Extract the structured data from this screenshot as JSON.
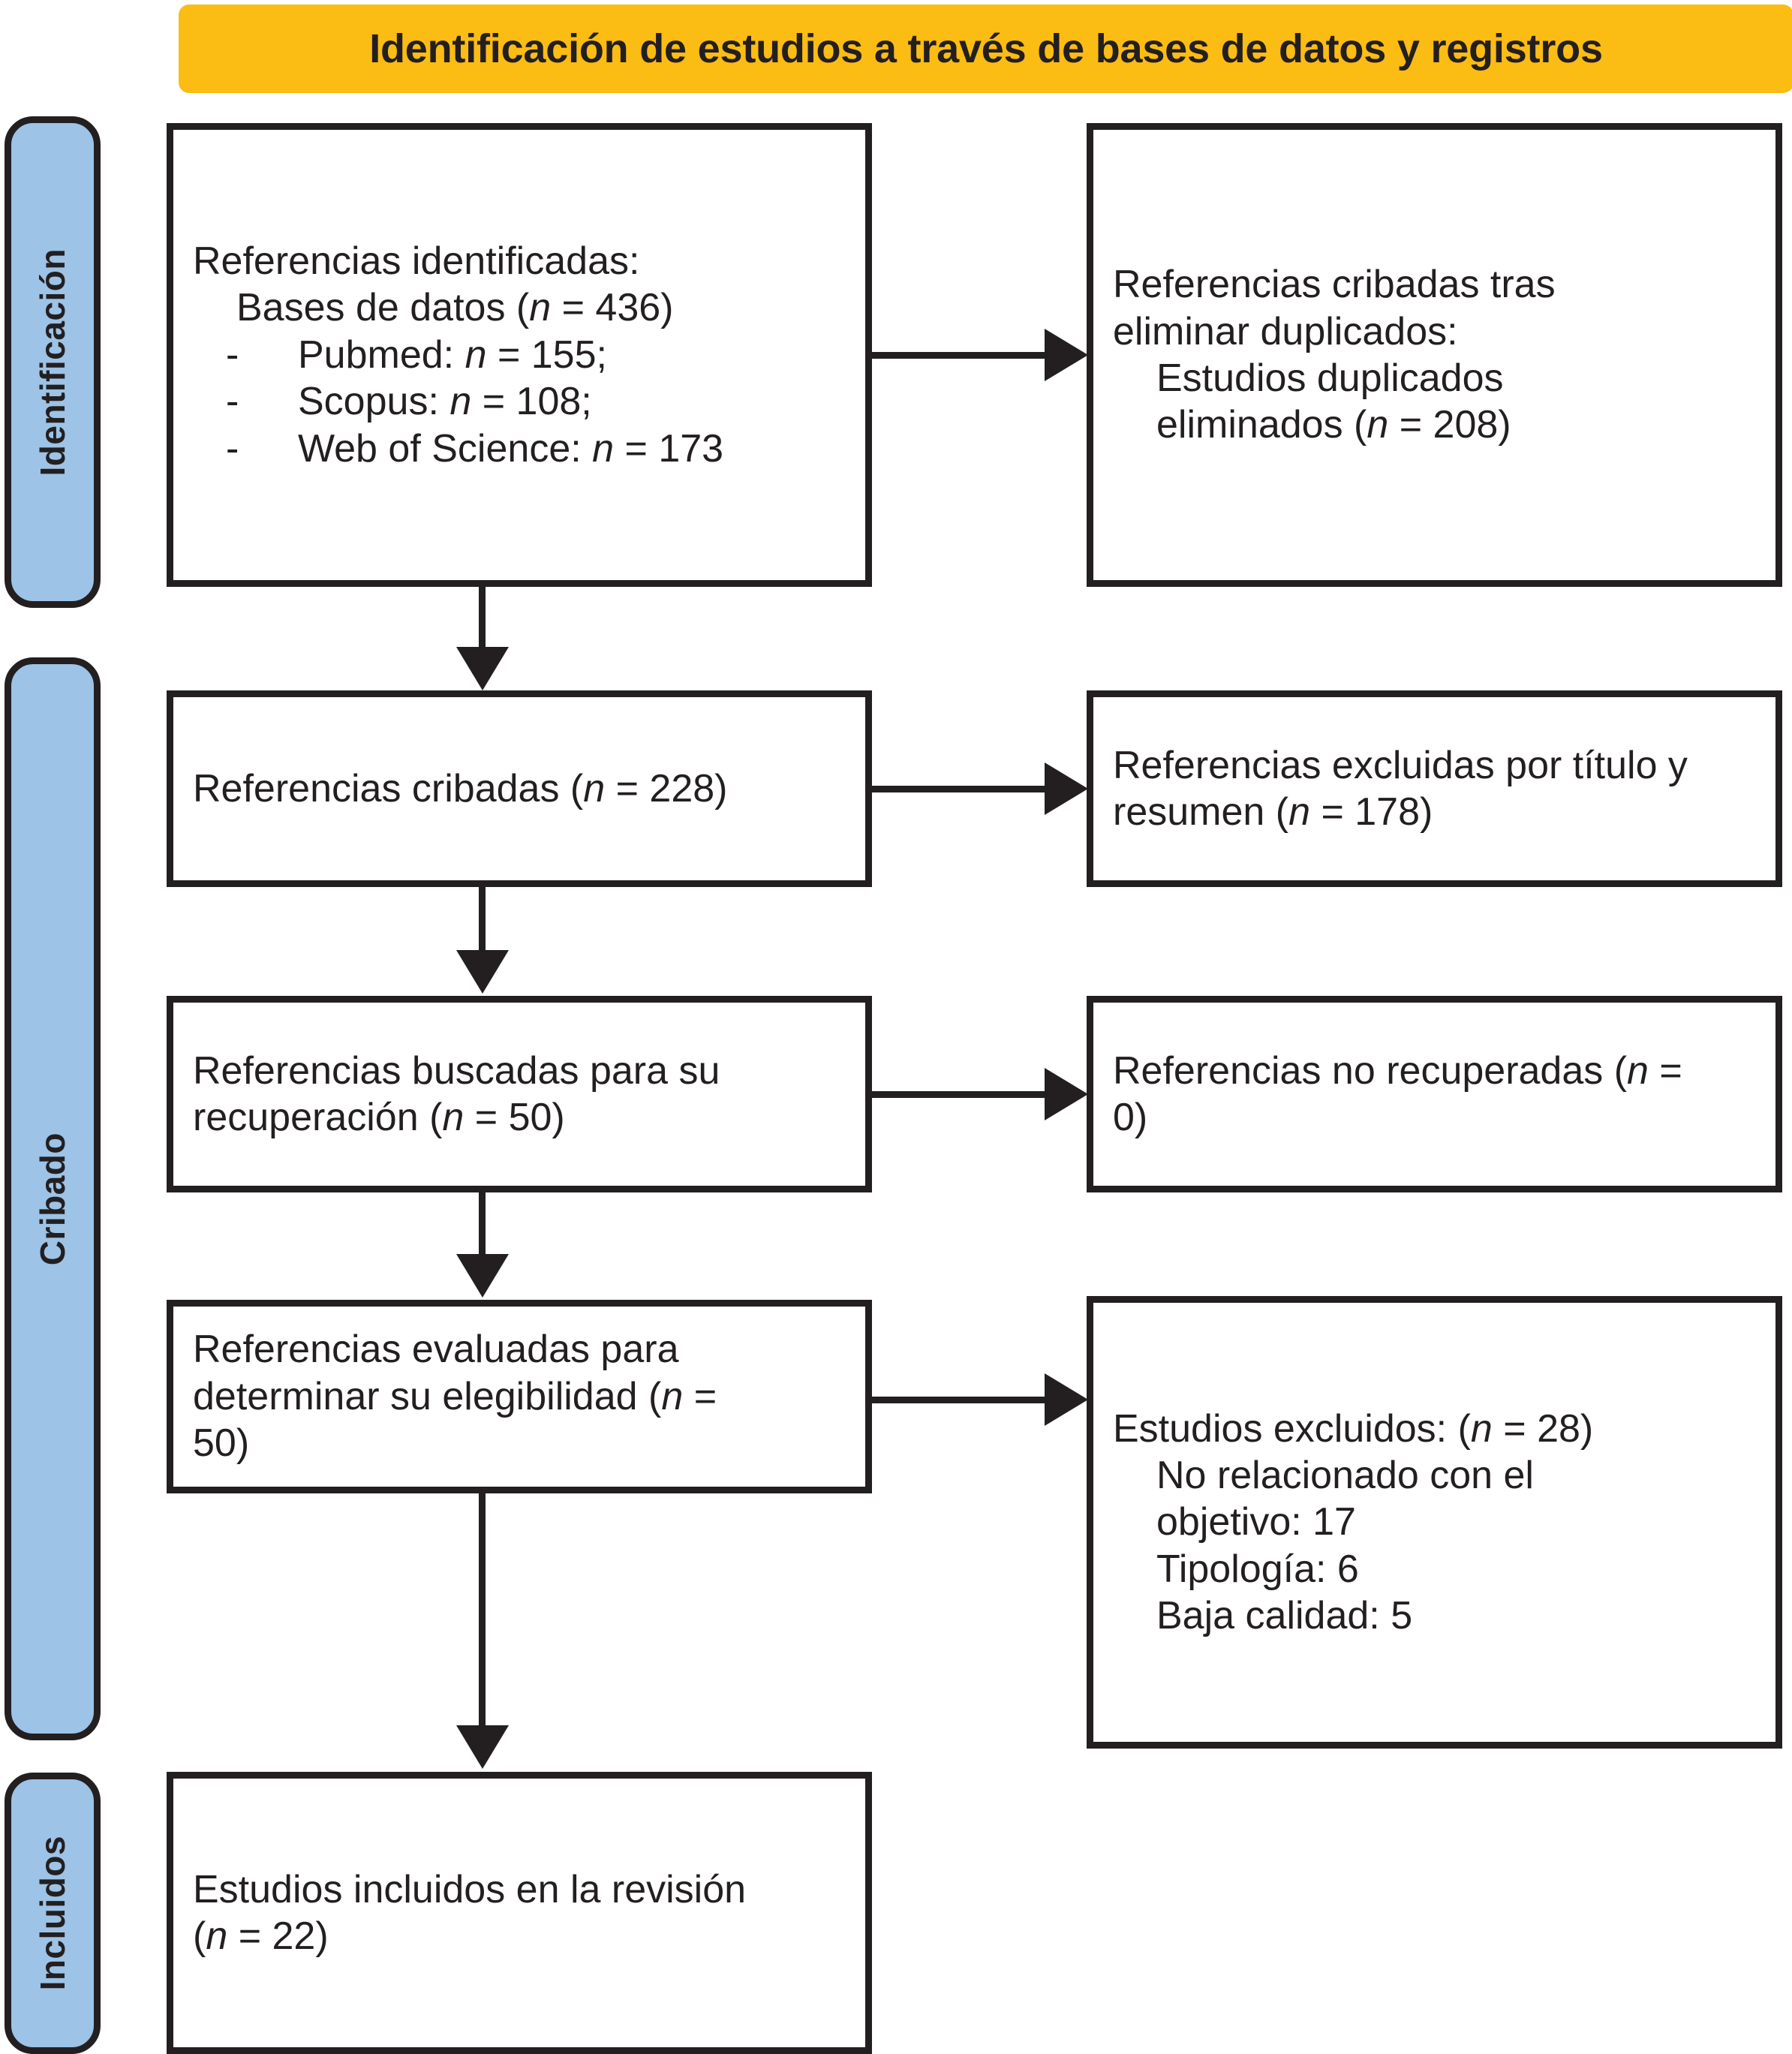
{
  "header": {
    "title": "Identificación de estudios a través de bases de datos y registros",
    "background_color": "#FBBC13"
  },
  "phases": [
    {
      "label": "Identificación",
      "color": "#9DC3E6"
    },
    {
      "label": "Cribado",
      "color": "#9DC3E6"
    },
    {
      "label": "Incluidos",
      "color": "#9DC3E6"
    }
  ],
  "boxes": {
    "identified": {
      "line1": "Referencias identificadas:",
      "line2_pre": "Bases de datos (",
      "line2_n": "n",
      "line2_post": " = 436)",
      "items": [
        {
          "dash": "-",
          "label_pre": "Pubmed: ",
          "n": "n",
          "label_post": " = 155;"
        },
        {
          "dash": "-",
          "label_pre": "Scopus: ",
          "n": "n",
          "label_post": " = 108;"
        },
        {
          "dash": "-",
          "label_pre": "Web of Science: ",
          "n": "n",
          "label_post": " = 173"
        }
      ]
    },
    "duplicates": {
      "line1": "Referencias cribadas tras",
      "line2": "eliminar duplicados:",
      "line3": "Estudios duplicados",
      "line4_pre": "eliminados (",
      "line4_n": "n",
      "line4_post": " = 208)"
    },
    "screened": {
      "line1_pre": "Referencias cribadas (",
      "line1_n": "n",
      "line1_post": " = 228)"
    },
    "excluded_title_abstract": {
      "line1": "Referencias excluidas por título y",
      "line2_pre": "resumen (",
      "line2_n": "n",
      "line2_post": " = 178)"
    },
    "sought": {
      "line1": "Referencias buscadas para su",
      "line2_pre": "recuperación (",
      "line2_n": "n",
      "line2_post": " = 50)"
    },
    "not_retrieved": {
      "line1_pre": "Referencias no recuperadas (",
      "line1_n": "n",
      "line1_post": " =",
      "line2": "0)"
    },
    "assessed": {
      "line1": "Referencias evaluadas para",
      "line2_pre": "determinar su elegibilidad (",
      "line2_n": "n",
      "line2_post": " =",
      "line3": "50)"
    },
    "excluded_studies": {
      "line1_pre": "Estudios excluidos: (",
      "line1_n": "n",
      "line1_post": " = 28)",
      "reason1a": "No relacionado con el",
      "reason1b": "objetivo: 17",
      "reason2": "Tipología: 6",
      "reason3": "Baja calidad: 5"
    },
    "included": {
      "line1": "Estudios incluidos en la revisión",
      "line2_pre": "(",
      "line2_n": "n",
      "line2_post": " = 22)"
    }
  },
  "chart_data": {
    "type": "table",
    "title": "Identificación de estudios a través de bases de datos y registros",
    "flow": [
      {
        "stage": "Bases de datos",
        "n": 436
      },
      {
        "stage": "Pubmed",
        "n": 155
      },
      {
        "stage": "Scopus",
        "n": 108
      },
      {
        "stage": "Web of Science",
        "n": 173
      },
      {
        "stage": "Estudios duplicados eliminados",
        "n": 208
      },
      {
        "stage": "Referencias cribadas",
        "n": 228
      },
      {
        "stage": "Referencias excluidas por título y resumen",
        "n": 178
      },
      {
        "stage": "Referencias buscadas para su recuperación",
        "n": 50
      },
      {
        "stage": "Referencias no recuperadas",
        "n": 0
      },
      {
        "stage": "Referencias evaluadas para determinar su elegibilidad",
        "n": 50
      },
      {
        "stage": "Estudios excluidos",
        "n": 28
      },
      {
        "stage": "No relacionado con el objetivo",
        "n": 17
      },
      {
        "stage": "Tipología",
        "n": 6
      },
      {
        "stage": "Baja calidad",
        "n": 5
      },
      {
        "stage": "Estudios incluidos en la revisión",
        "n": 22
      }
    ]
  }
}
